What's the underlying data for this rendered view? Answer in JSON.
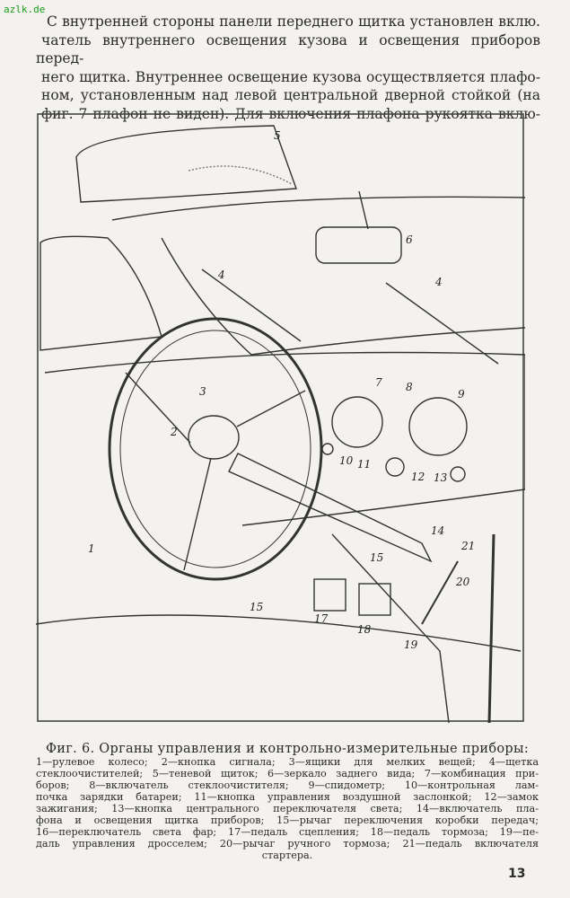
{
  "watermark": "azlk.de",
  "paragraph_lines": [
    "С внутренней стороны панели переднего щитка установлен вклю.",
    "чатель внутреннего освещения кузова и освещения приборов перед-",
    "него щитка. Внутреннее освещение кузова осуществляется плафо-",
    "ном, установленным над левой центральной дверной стойкой (на",
    "фиг. 7 плафон не виден). Для включения плафона рукоятка вклю-"
  ],
  "figure": {
    "labels": [
      "1",
      "2",
      "3",
      "4",
      "4",
      "5",
      "6",
      "7",
      "8",
      "9",
      "10",
      "11",
      "12",
      "13",
      "14",
      "15",
      "15",
      "17",
      "18",
      "19",
      "20",
      "21"
    ]
  },
  "caption": {
    "title": "Фиг. 6. Органы управления и контрольно-измерительные приборы:",
    "lines": [
      "1—рулевое колесо; 2—кнопка сигнала; 3—ящики для мелких вещей; 4—щетка",
      "стеклоочистителей; 5—теневой щиток; 6—зеркало заднего вида; 7—комбинация при-",
      "боров; 8—включатель стеклоочистителя; 9—спидометр; 10—контрольная лам-",
      "почка зарядки батареи; 11—кнопка управления воздушной заслонкой; 12—замок",
      "зажигания; 13—кнопка центрального переключателя света; 14—включатель пла-",
      "фона и освещения щитка приборов; 15—рычаг переключения коробки передач;",
      "16—переключатель света фар; 17—педаль сцепления; 18—педаль тормоза; 19—пе-",
      "даль управления дросселем; 20—рычаг ручного тормоза; 21—педаль включателя",
      "стартера."
    ]
  },
  "page_number": "13"
}
